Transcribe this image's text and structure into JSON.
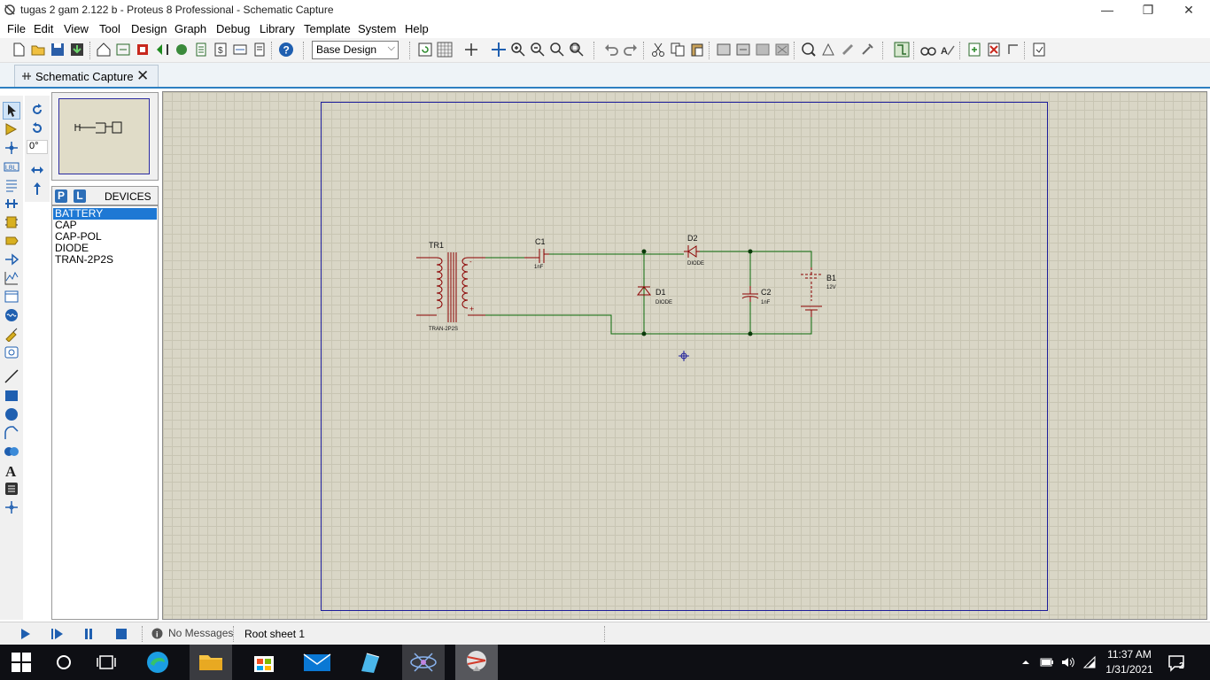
{
  "window": {
    "title": "tugas 2 gam 2.122 b - Proteus 8 Professional - Schematic Capture",
    "controls": {
      "minimize": "—",
      "restore": "❐",
      "close": "✕"
    }
  },
  "menu": [
    "File",
    "Edit",
    "View",
    "Tool",
    "Design",
    "Graph",
    "Debug",
    "Library",
    "Template",
    "System",
    "Help"
  ],
  "toolbar": {
    "design_select": "Base Design"
  },
  "tab": {
    "label": "Schematic Capture",
    "close": "✕"
  },
  "rotation": {
    "angle": "0°"
  },
  "devices": {
    "pick_button": "P",
    "library_button": "L",
    "title": "DEVICES",
    "items": [
      "BATTERY",
      "CAP",
      "CAP-POL",
      "DIODE",
      "TRAN-2P2S"
    ],
    "selected_index": 0
  },
  "schematic": {
    "tr1": {
      "ref": "TR1",
      "value": "TRAN-2P2S",
      "minus": "-",
      "plus": "+"
    },
    "c1": {
      "ref": "C1",
      "value": "1nF"
    },
    "d2": {
      "ref": "D2",
      "value": "DIODE"
    },
    "d1": {
      "ref": "D1",
      "value": "DIODE"
    },
    "c2": {
      "ref": "C2",
      "value": "1nF"
    },
    "b1": {
      "ref": "B1",
      "value": "12V"
    }
  },
  "status": {
    "messages": "No Messages",
    "sheet": "Root sheet 1"
  },
  "tray": {
    "time": "11:37 AM",
    "date": "1/31/2021",
    "notifications": "2"
  },
  "colors": {
    "wire": "#0a6a0a",
    "component": "#8b0000",
    "sheet_border": "#1c1c9a",
    "accent": "#1e78d4"
  }
}
